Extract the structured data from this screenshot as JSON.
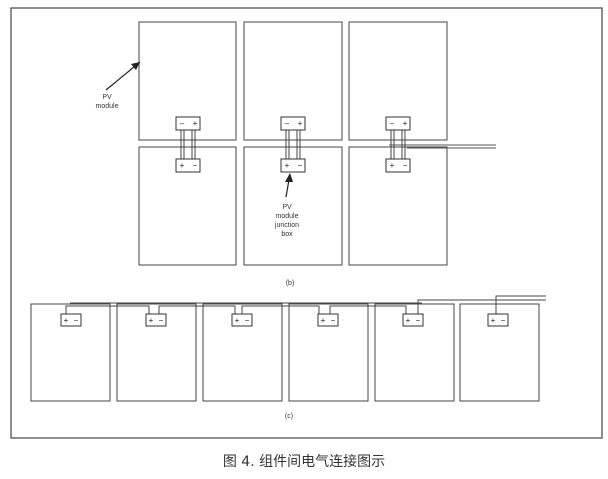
{
  "diagram": {
    "label_pv_module": [
      "PV",
      "module"
    ],
    "label_junction_box": [
      "PV",
      "module",
      "junction",
      "box"
    ],
    "label_b": "(b)",
    "label_c": "(c)",
    "plus": "+",
    "minus": "−",
    "minus_top": "–"
  },
  "caption": "图 4. 组件间电气连接图示"
}
